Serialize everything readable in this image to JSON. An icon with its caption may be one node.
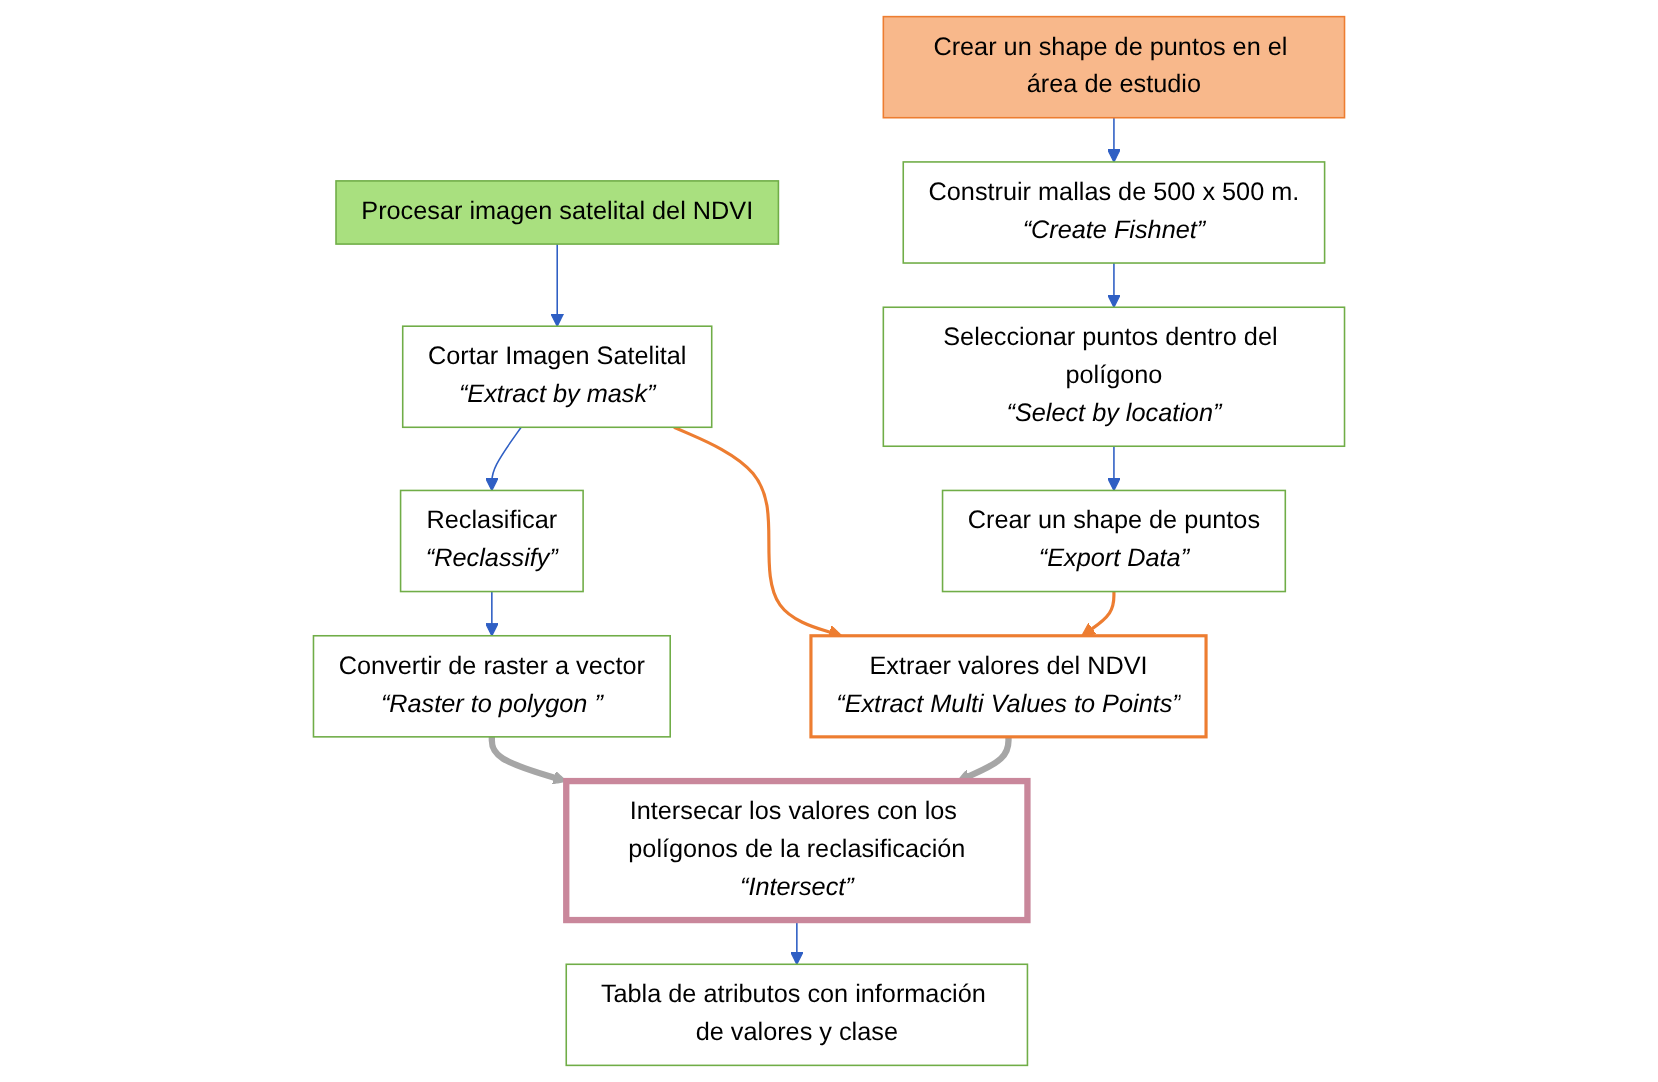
{
  "diagram": {
    "nodes": [
      {
        "text": [
          "Procesar imagen satelital del NDVI"
        ]
      },
      {
        "text": [
          "Cortar Imagen Satelital",
          "“Extract by mask”"
        ]
      },
      {
        "text": [
          "Reclasificar",
          "“Reclassify”"
        ]
      },
      {
        "text": [
          "Convertir de raster a vector",
          "“Raster to polygon ”"
        ]
      },
      {
        "text": [
          "Crear un shape de puntos en el área de estudio"
        ]
      },
      {
        "text": [
          "Construir mallas de 500 x 500 m.",
          "“Create Fishnet”"
        ]
      },
      {
        "text": [
          "Seleccionar puntos dentro del polígono",
          "“Select by location”"
        ]
      },
      {
        "text": [
          "Crear un shape de puntos",
          "“Export Data”"
        ]
      },
      {
        "text": [
          "Extraer valores del NDVI",
          "“Extract Multi Values to Points”"
        ]
      },
      {
        "text": [
          "Intersecar los valores con los polígonos de la reclasificación",
          "“Intersect”"
        ]
      },
      {
        "text": [
          "Tabla de atributos con información de valores y clase"
        ]
      }
    ],
    "edges": [
      {
        "from": 0,
        "to": 1,
        "arrow": "to"
      },
      {
        "from": 1,
        "to": 2,
        "arrow": "to"
      },
      {
        "from": 2,
        "to": 3,
        "arrow": "to"
      },
      {
        "from": 4,
        "to": 5,
        "arrow": "to"
      },
      {
        "from": 5,
        "to": 6,
        "arrow": "to"
      },
      {
        "from": 6,
        "to": 7,
        "arrow": "to"
      },
      {
        "from": 1,
        "to": 8,
        "arrow": "to",
        "color": "#ed7d31"
      },
      {
        "from": 7,
        "to": 8,
        "arrow": "to",
        "color": "#ed7d31"
      },
      {
        "from": 3,
        "to": 9,
        "arrow": "to",
        "style": "thick",
        "color": "#a6a6a6"
      },
      {
        "from": 8,
        "to": 9,
        "arrow": "to",
        "style": "thick",
        "color": "#a6a6a6"
      },
      {
        "from": 9,
        "to": 10,
        "arrow": "to"
      }
    ]
  }
}
